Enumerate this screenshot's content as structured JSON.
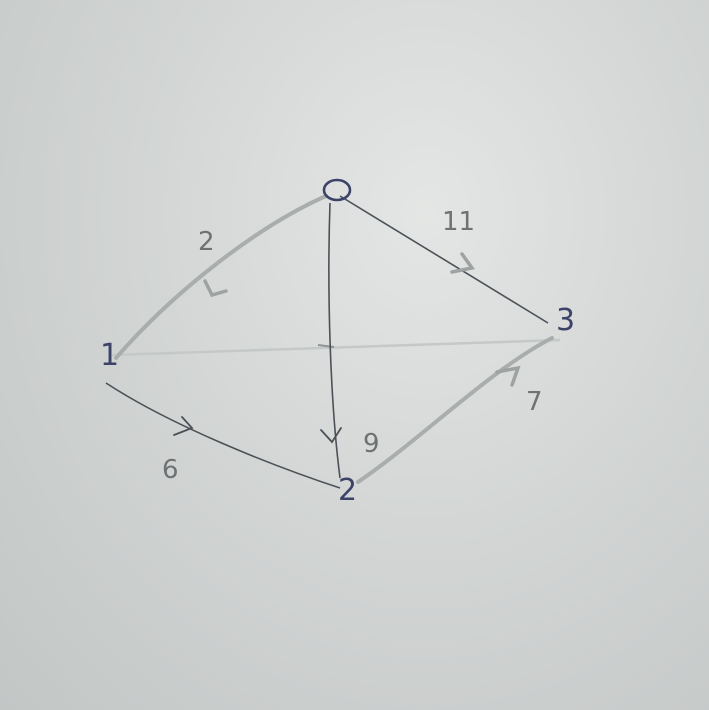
{
  "diagram": {
    "nodes": [
      {
        "id": "0",
        "label": "0"
      },
      {
        "id": "1",
        "label": "1"
      },
      {
        "id": "2",
        "label": "2"
      },
      {
        "id": "3",
        "label": "3"
      }
    ],
    "edges": [
      {
        "from": "0",
        "to": "1",
        "weight": "2"
      },
      {
        "from": "0",
        "to": "3",
        "weight": "11"
      },
      {
        "from": "0",
        "to": "2",
        "weight": "9"
      },
      {
        "from": "1",
        "to": "2",
        "weight": "6"
      },
      {
        "from": "2",
        "to": "3",
        "weight": "7"
      }
    ],
    "colors": {
      "ink_blue": "#3d4368",
      "pencil_dark": "#4c5157",
      "pencil_light": "#a9adac",
      "paper": "#d3d6d5"
    }
  }
}
